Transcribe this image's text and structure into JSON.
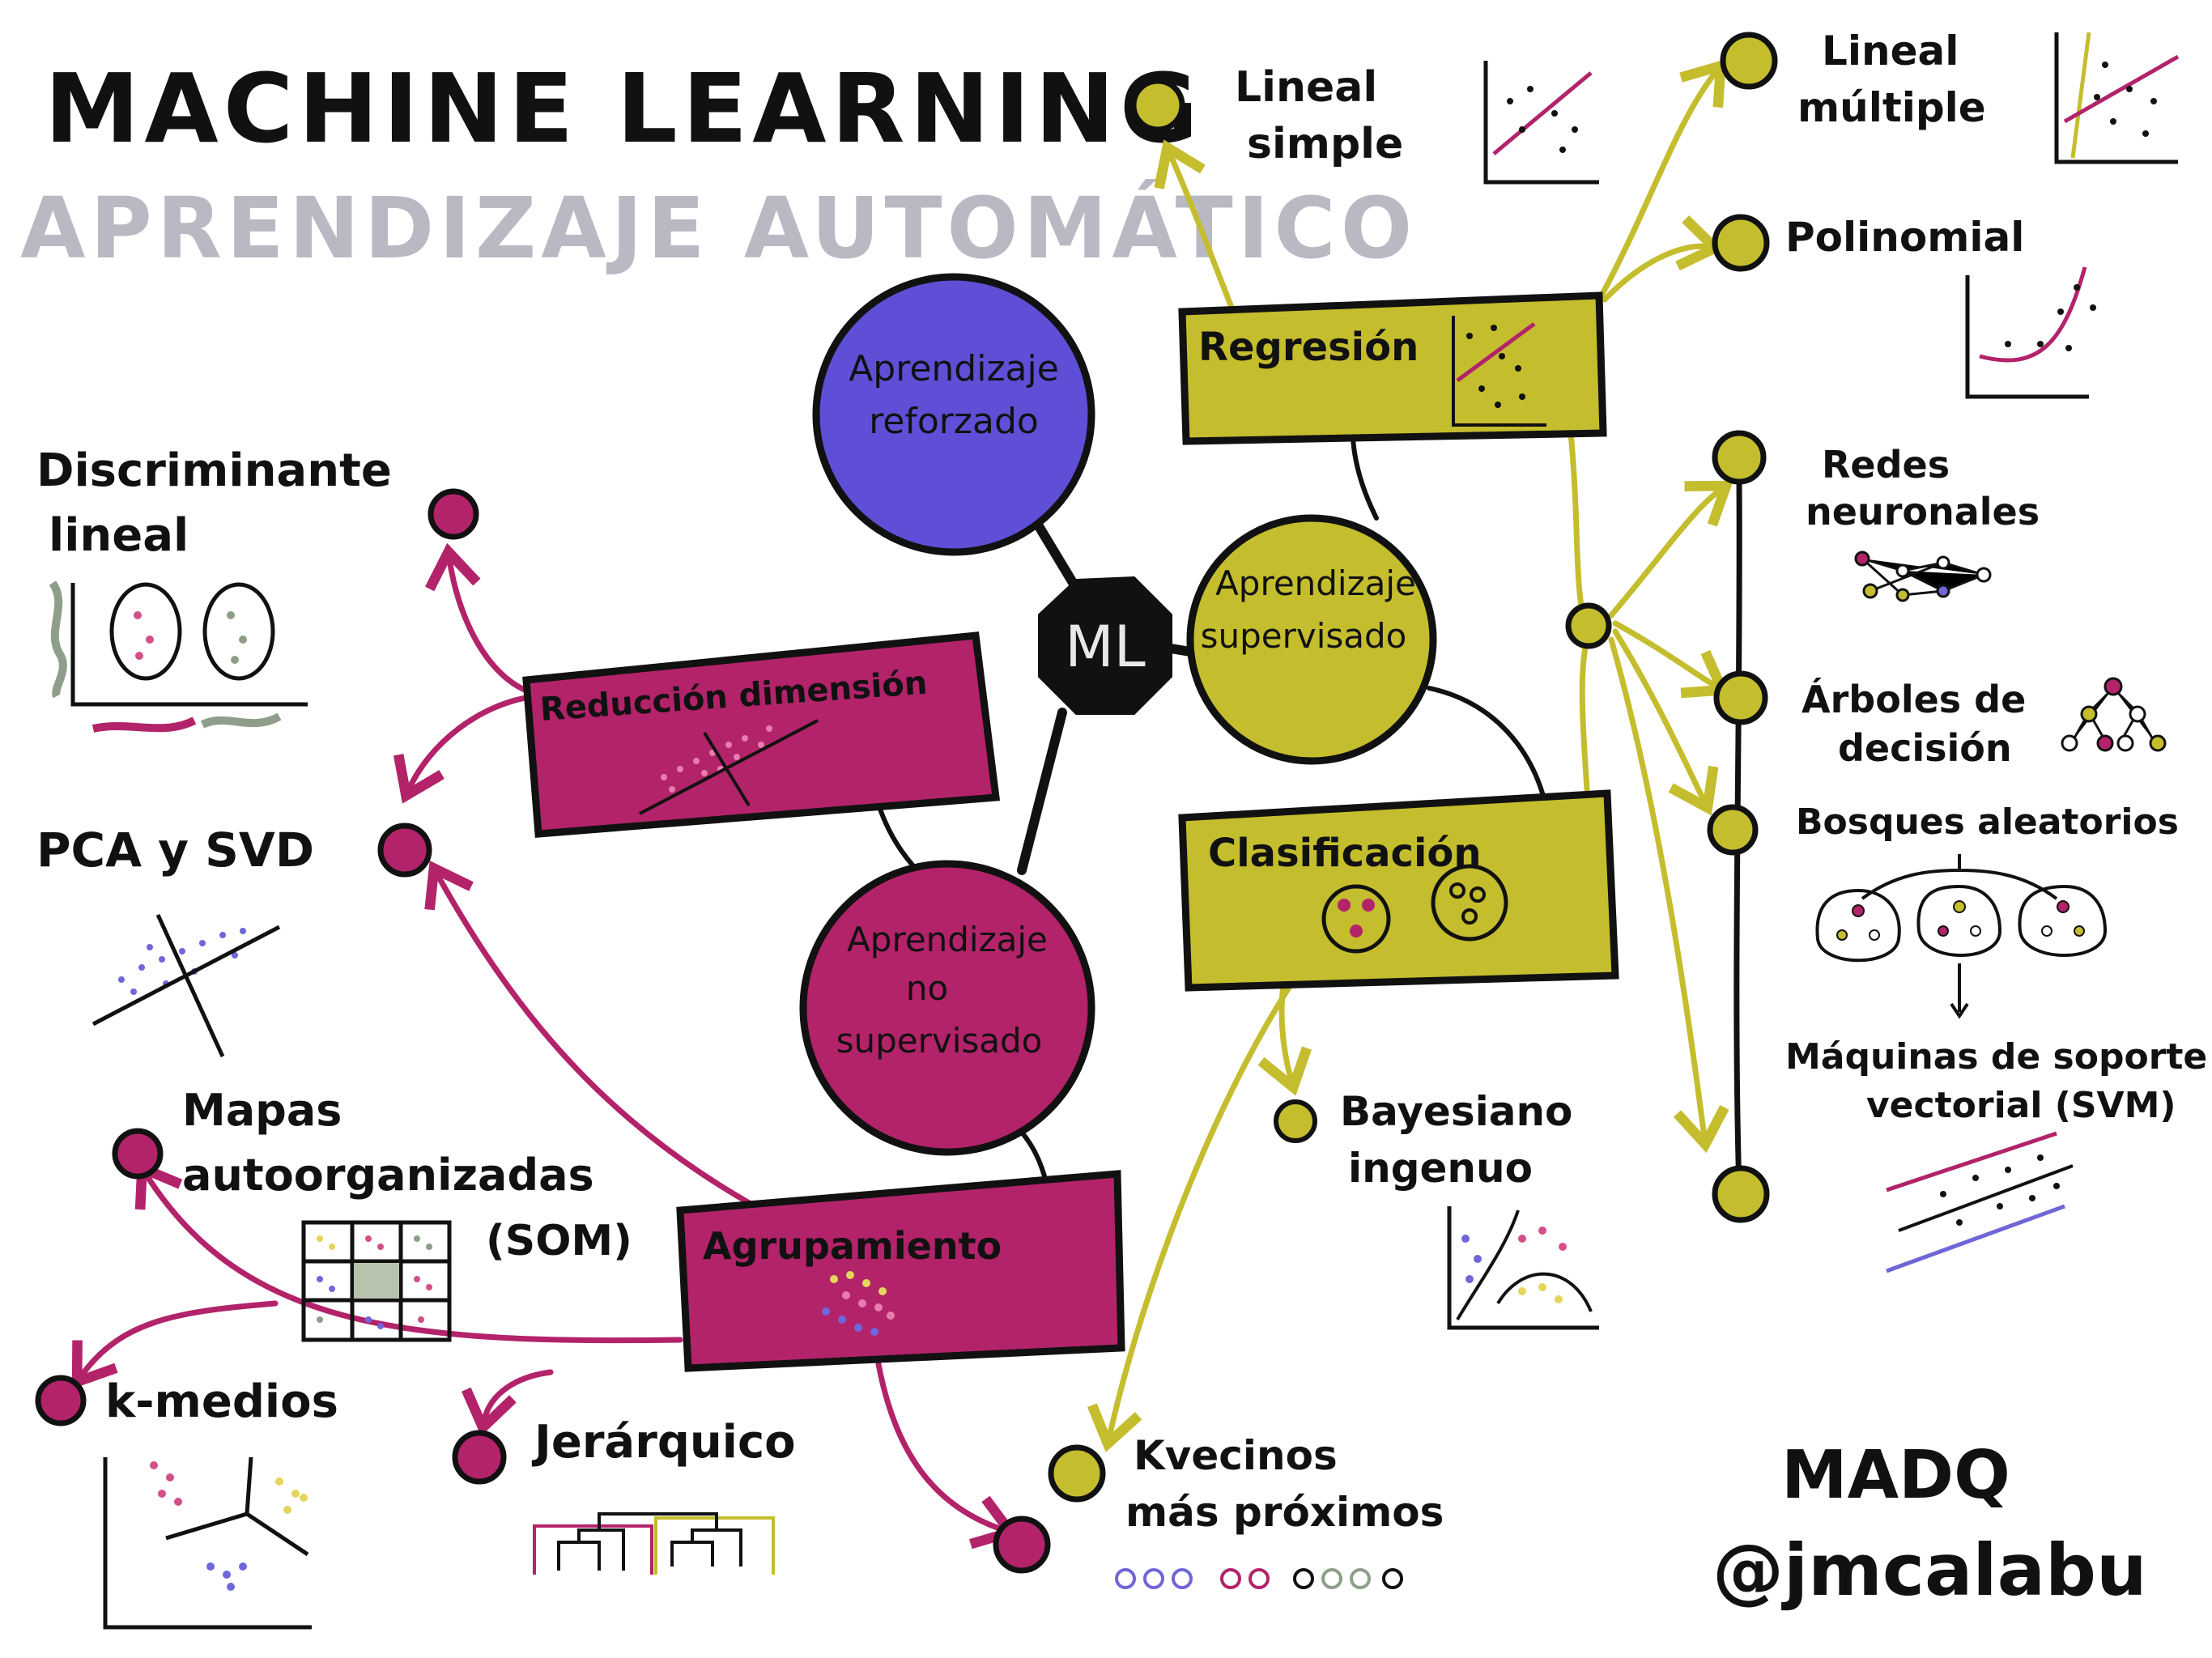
{
  "title": {
    "main": "MACHINE LEARNING",
    "sub": "APRENDIZAJE AUTOMÁTICO"
  },
  "center": {
    "label": "ML"
  },
  "categories": {
    "reinforcement": [
      "Aprendizaje",
      "reforzado"
    ],
    "supervised": [
      "Aprendizaje",
      "supervisado"
    ],
    "unsupervised": [
      "Aprendizaje",
      "no",
      "supervisado"
    ]
  },
  "boxes": {
    "regression": "Regresión",
    "classification": "Clasificación",
    "dimension_reduction": "Reducción dimensión",
    "clustering": "Agrupamiento"
  },
  "leaves": {
    "linear_simple": [
      "Lineal",
      "simple"
    ],
    "linear_multiple": [
      "Lineal",
      "múltiple"
    ],
    "polynomial": "Polinomial",
    "neural_networks": [
      "Redes",
      "neuronales"
    ],
    "decision_trees": [
      "Árboles de",
      "decisión"
    ],
    "random_forests": "Bosques aleatorios",
    "svm": [
      "Máquinas de soporte",
      "vectorial (SVM)"
    ],
    "naive_bayes": [
      "Bayesiano",
      "ingenuo"
    ],
    "knn": [
      "Kvecinos",
      "más próximos"
    ],
    "lda": [
      "Discriminante",
      "lineal"
    ],
    "pca_svd": "PCA y SVD",
    "som": [
      "Mapas",
      "autoorganizadas",
      "(SOM)"
    ],
    "kmeans": "k-medios",
    "hierarchical": "Jerárquico"
  },
  "signature": {
    "line1": "MADQ",
    "line2": "@jmcalabu"
  },
  "colors": {
    "olive": "#C4BD2E",
    "magenta": "#B2236A",
    "purple": "#5E4FD6",
    "black": "#111111",
    "gray_title": "#B9B9C4",
    "green_gray": "#8E9E8A",
    "yellow_dot": "#E6D55B",
    "pink_dot": "#D34F88",
    "blue_dot": "#6F66D8"
  }
}
